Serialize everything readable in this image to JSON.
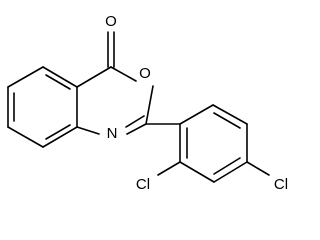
{
  "molecule": {
    "atom_labels": {
      "carbonyl_o": "O",
      "ring_o": "O",
      "ring_n": "N",
      "cl_ortho": "Cl",
      "cl_para": "Cl"
    }
  },
  "colors": {
    "bond": "#000000",
    "background": "#ffffff"
  }
}
